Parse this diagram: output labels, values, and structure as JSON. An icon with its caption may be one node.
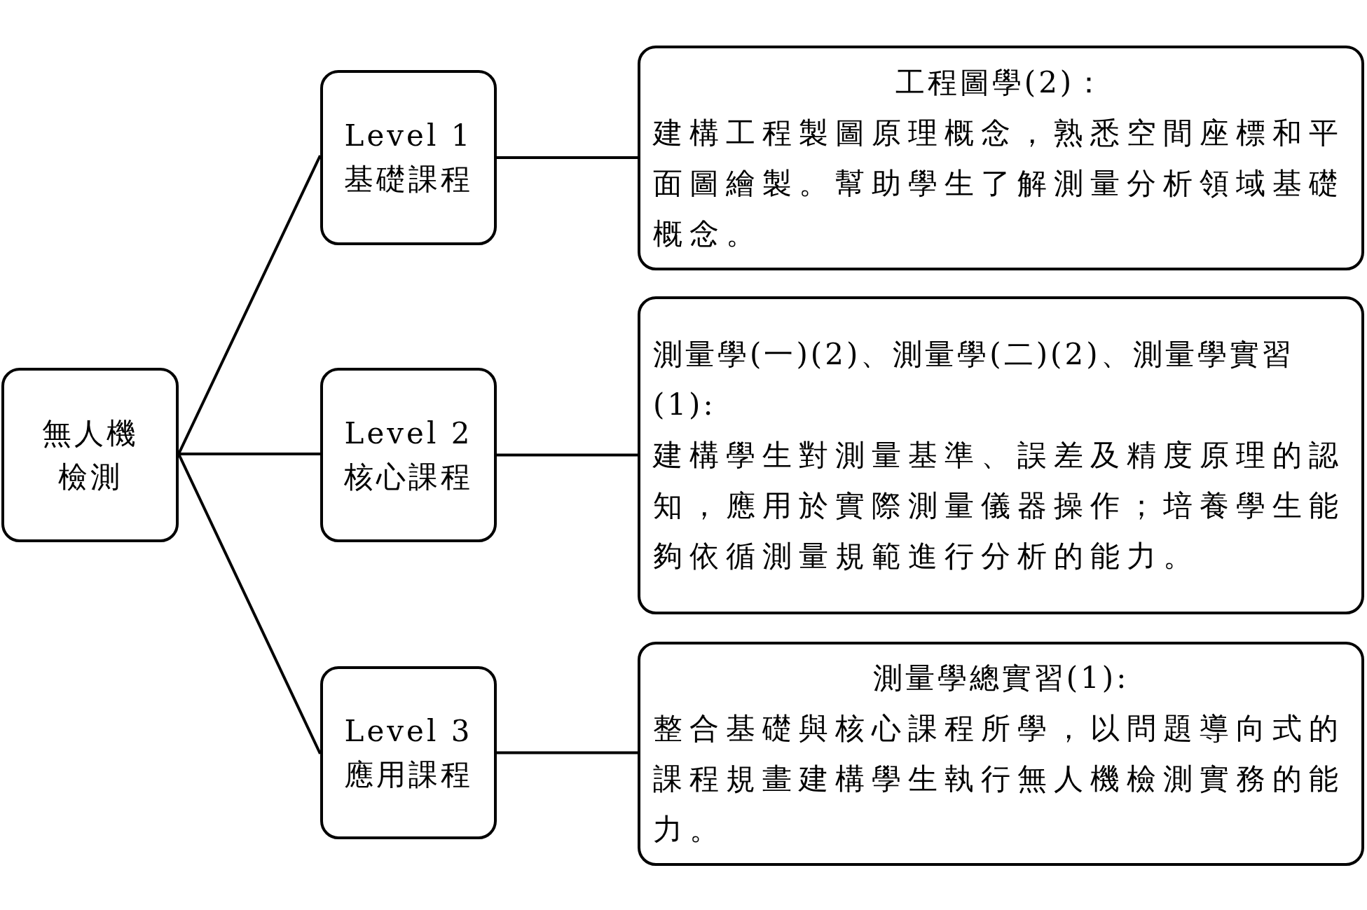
{
  "diagram": {
    "nodes": [
      {
        "text": [
          "無人機檢測"
        ]
      },
      {
        "text": [
          "Level 1",
          "基礎課程"
        ]
      },
      {
        "text": [
          "Level 2",
          "核心課程"
        ]
      },
      {
        "text": [
          "Level 3",
          "應用課程"
        ]
      },
      {
        "text": [
          "工程圖學(2)：",
          "建構工程製圖原理概念，熟悉空間座標和平面圖繪製。幫助學生了解測量分析領域基礎概念。"
        ]
      },
      {
        "text": [
          "測量學(一)(2)、測量學(二)(2)、測量學實習(1):",
          "建構學生對測量基準、誤差及精度原理的認知，應用於實際測量儀器操作；培養學生能夠依循測量規範進行分析的能力。"
        ]
      },
      {
        "text": [
          "測量學總實習(1):",
          "整合基礎與核心課程所學，以問題導向式的課程規畫建構學生執行無人機檢測實務的能力。"
        ]
      }
    ],
    "edges": [
      {
        "from": 0,
        "to": 1,
        "arrow": "none"
      },
      {
        "from": 0,
        "to": 2,
        "arrow": "none"
      },
      {
        "from": 0,
        "to": 3,
        "arrow": "none"
      },
      {
        "from": 1,
        "to": 4,
        "arrow": "none"
      },
      {
        "from": 2,
        "to": 5,
        "arrow": "none"
      },
      {
        "from": 3,
        "to": 6,
        "arrow": "none"
      }
    ]
  }
}
